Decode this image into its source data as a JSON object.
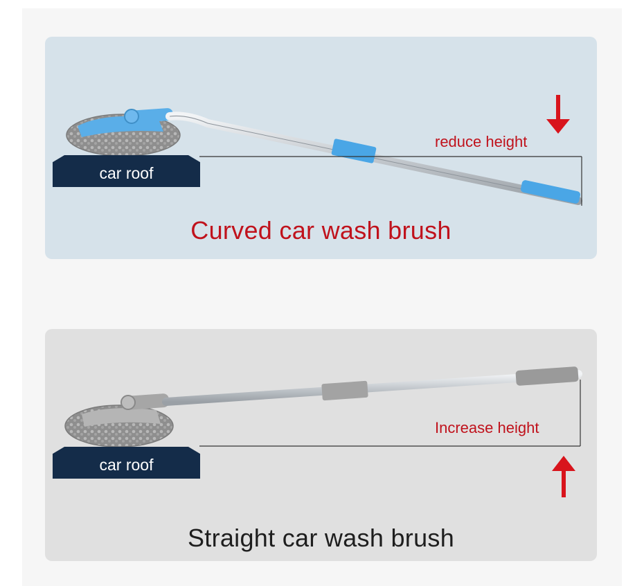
{
  "curved": {
    "roof_label": "car roof",
    "height_label": "reduce height",
    "caption": "Curved car wash brush"
  },
  "straight": {
    "roof_label": "car roof",
    "height_label": "Increase height",
    "caption": "Straight car wash brush"
  },
  "colors": {
    "caption_red": "#c0121c",
    "roof_navy": "#142c49",
    "grip_blue": "#4aa6e6",
    "grip_gray": "#9a9a9a"
  },
  "icons": [
    "arrow-down-icon",
    "arrow-up-icon",
    "mop-head-icon"
  ]
}
